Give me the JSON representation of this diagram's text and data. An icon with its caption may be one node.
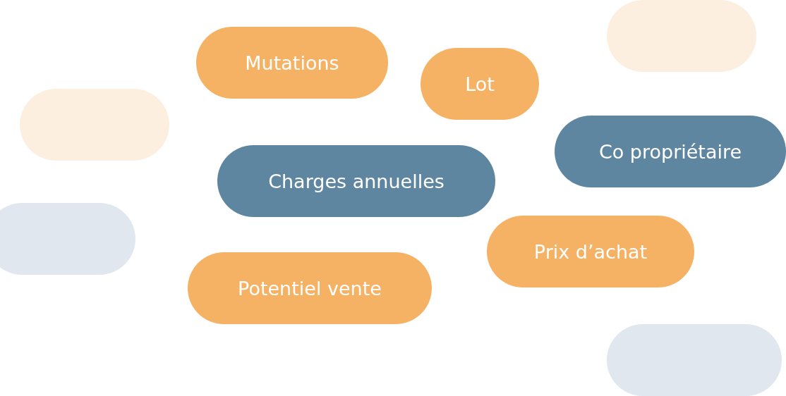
{
  "diagram": {
    "nodes": [
      {
        "text": [],
        "shape": "pill"
      },
      {
        "text": [
          "Mutations"
        ]
      },
      {
        "text": [
          "Lot"
        ]
      },
      {
        "text": [],
        "shape": "pill"
      },
      {
        "text": [
          "Co propriétaire"
        ]
      },
      {
        "text": [
          "Charges annuelles"
        ]
      },
      {
        "text": [],
        "shape": "pill"
      },
      {
        "text": [
          "Prix d’achat"
        ]
      },
      {
        "text": [
          "Potentiel vente"
        ]
      },
      {
        "text": [],
        "shape": "pill"
      }
    ]
  }
}
